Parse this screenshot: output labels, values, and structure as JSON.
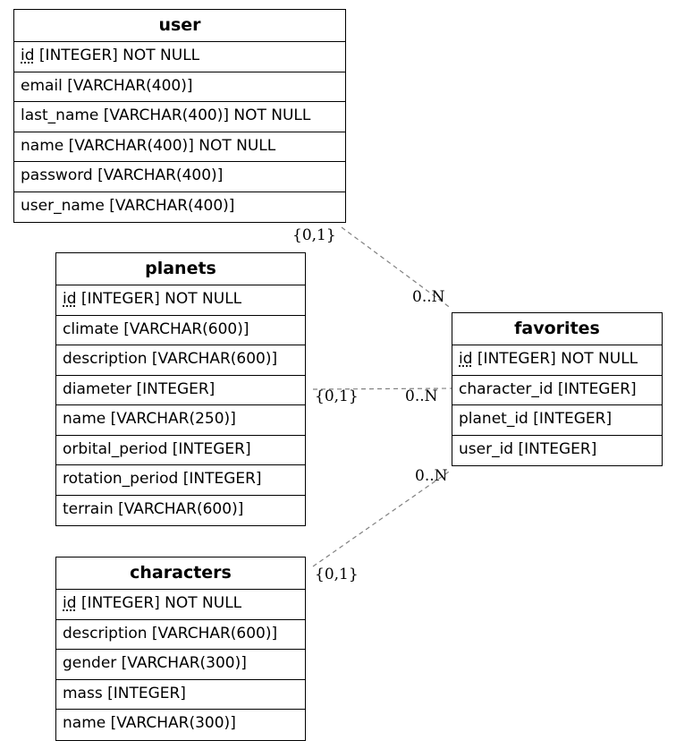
{
  "entities": {
    "user": {
      "title": "user",
      "fields": [
        {
          "pk": "id",
          "rest": " [INTEGER] NOT NULL"
        },
        {
          "text": "email [VARCHAR(400)]"
        },
        {
          "text": "last_name [VARCHAR(400)] NOT NULL"
        },
        {
          "text": "name [VARCHAR(400)] NOT NULL"
        },
        {
          "text": "password [VARCHAR(400)]"
        },
        {
          "text": "user_name [VARCHAR(400)]"
        }
      ]
    },
    "planets": {
      "title": "planets",
      "fields": [
        {
          "pk": "id",
          "rest": " [INTEGER] NOT NULL"
        },
        {
          "text": "climate [VARCHAR(600)]"
        },
        {
          "text": "description [VARCHAR(600)]"
        },
        {
          "text": "diameter [INTEGER]"
        },
        {
          "text": "name [VARCHAR(250)]"
        },
        {
          "text": "orbital_period [INTEGER]"
        },
        {
          "text": "rotation_period [INTEGER]"
        },
        {
          "text": "terrain [VARCHAR(600)]"
        }
      ]
    },
    "characters": {
      "title": "characters",
      "fields": [
        {
          "pk": "id",
          "rest": " [INTEGER] NOT NULL"
        },
        {
          "text": "description [VARCHAR(600)]"
        },
        {
          "text": "gender [VARCHAR(300)]"
        },
        {
          "text": "mass [INTEGER]"
        },
        {
          "text": "name [VARCHAR(300)]"
        }
      ]
    },
    "favorites": {
      "title": "favorites",
      "fields": [
        {
          "pk": "id",
          "rest": " [INTEGER] NOT NULL"
        },
        {
          "text": "character_id [INTEGER]"
        },
        {
          "text": "planet_id [INTEGER]"
        },
        {
          "text": "user_id [INTEGER]"
        }
      ]
    }
  },
  "relations": {
    "user_favorites": {
      "from_card": "{0,1}",
      "to_card": "0..N"
    },
    "planets_favorites": {
      "from_card": "{0,1}",
      "to_card": "0..N"
    },
    "characters_favorites": {
      "from_card": "{0,1}",
      "to_card": "0..N"
    }
  },
  "colors": {
    "link": "#808080",
    "border": "#000000"
  }
}
